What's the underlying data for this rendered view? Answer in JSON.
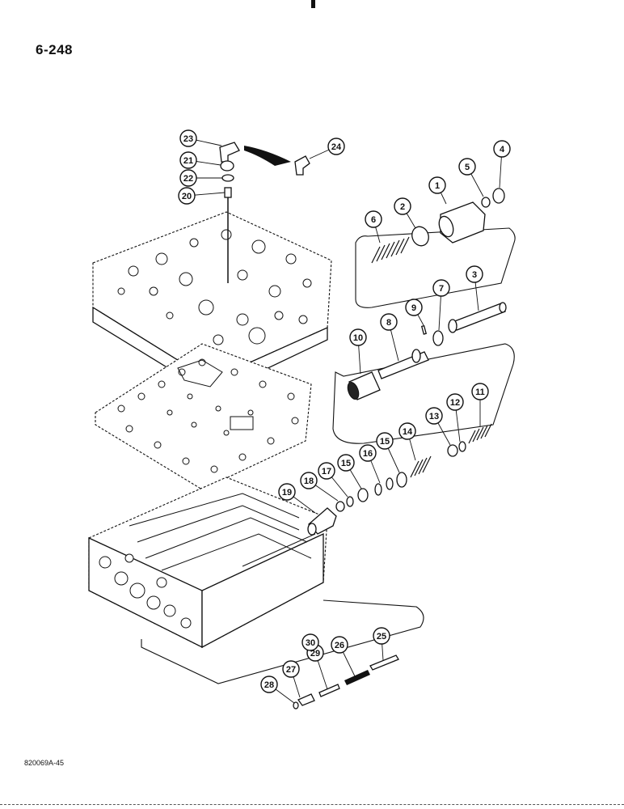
{
  "page": {
    "page_number": "6-248",
    "figure_code": "820069A-45"
  },
  "callouts": [
    "1",
    "2",
    "3",
    "4",
    "5",
    "6",
    "7",
    "8",
    "9",
    "10",
    "11",
    "12",
    "13",
    "14",
    "15",
    "15",
    "16",
    "17",
    "18",
    "19",
    "20",
    "21",
    "22",
    "23",
    "24",
    "25",
    "26",
    "27",
    "28",
    "29",
    "30"
  ],
  "colors": {
    "line": "#111111",
    "background": "#ffffff"
  }
}
